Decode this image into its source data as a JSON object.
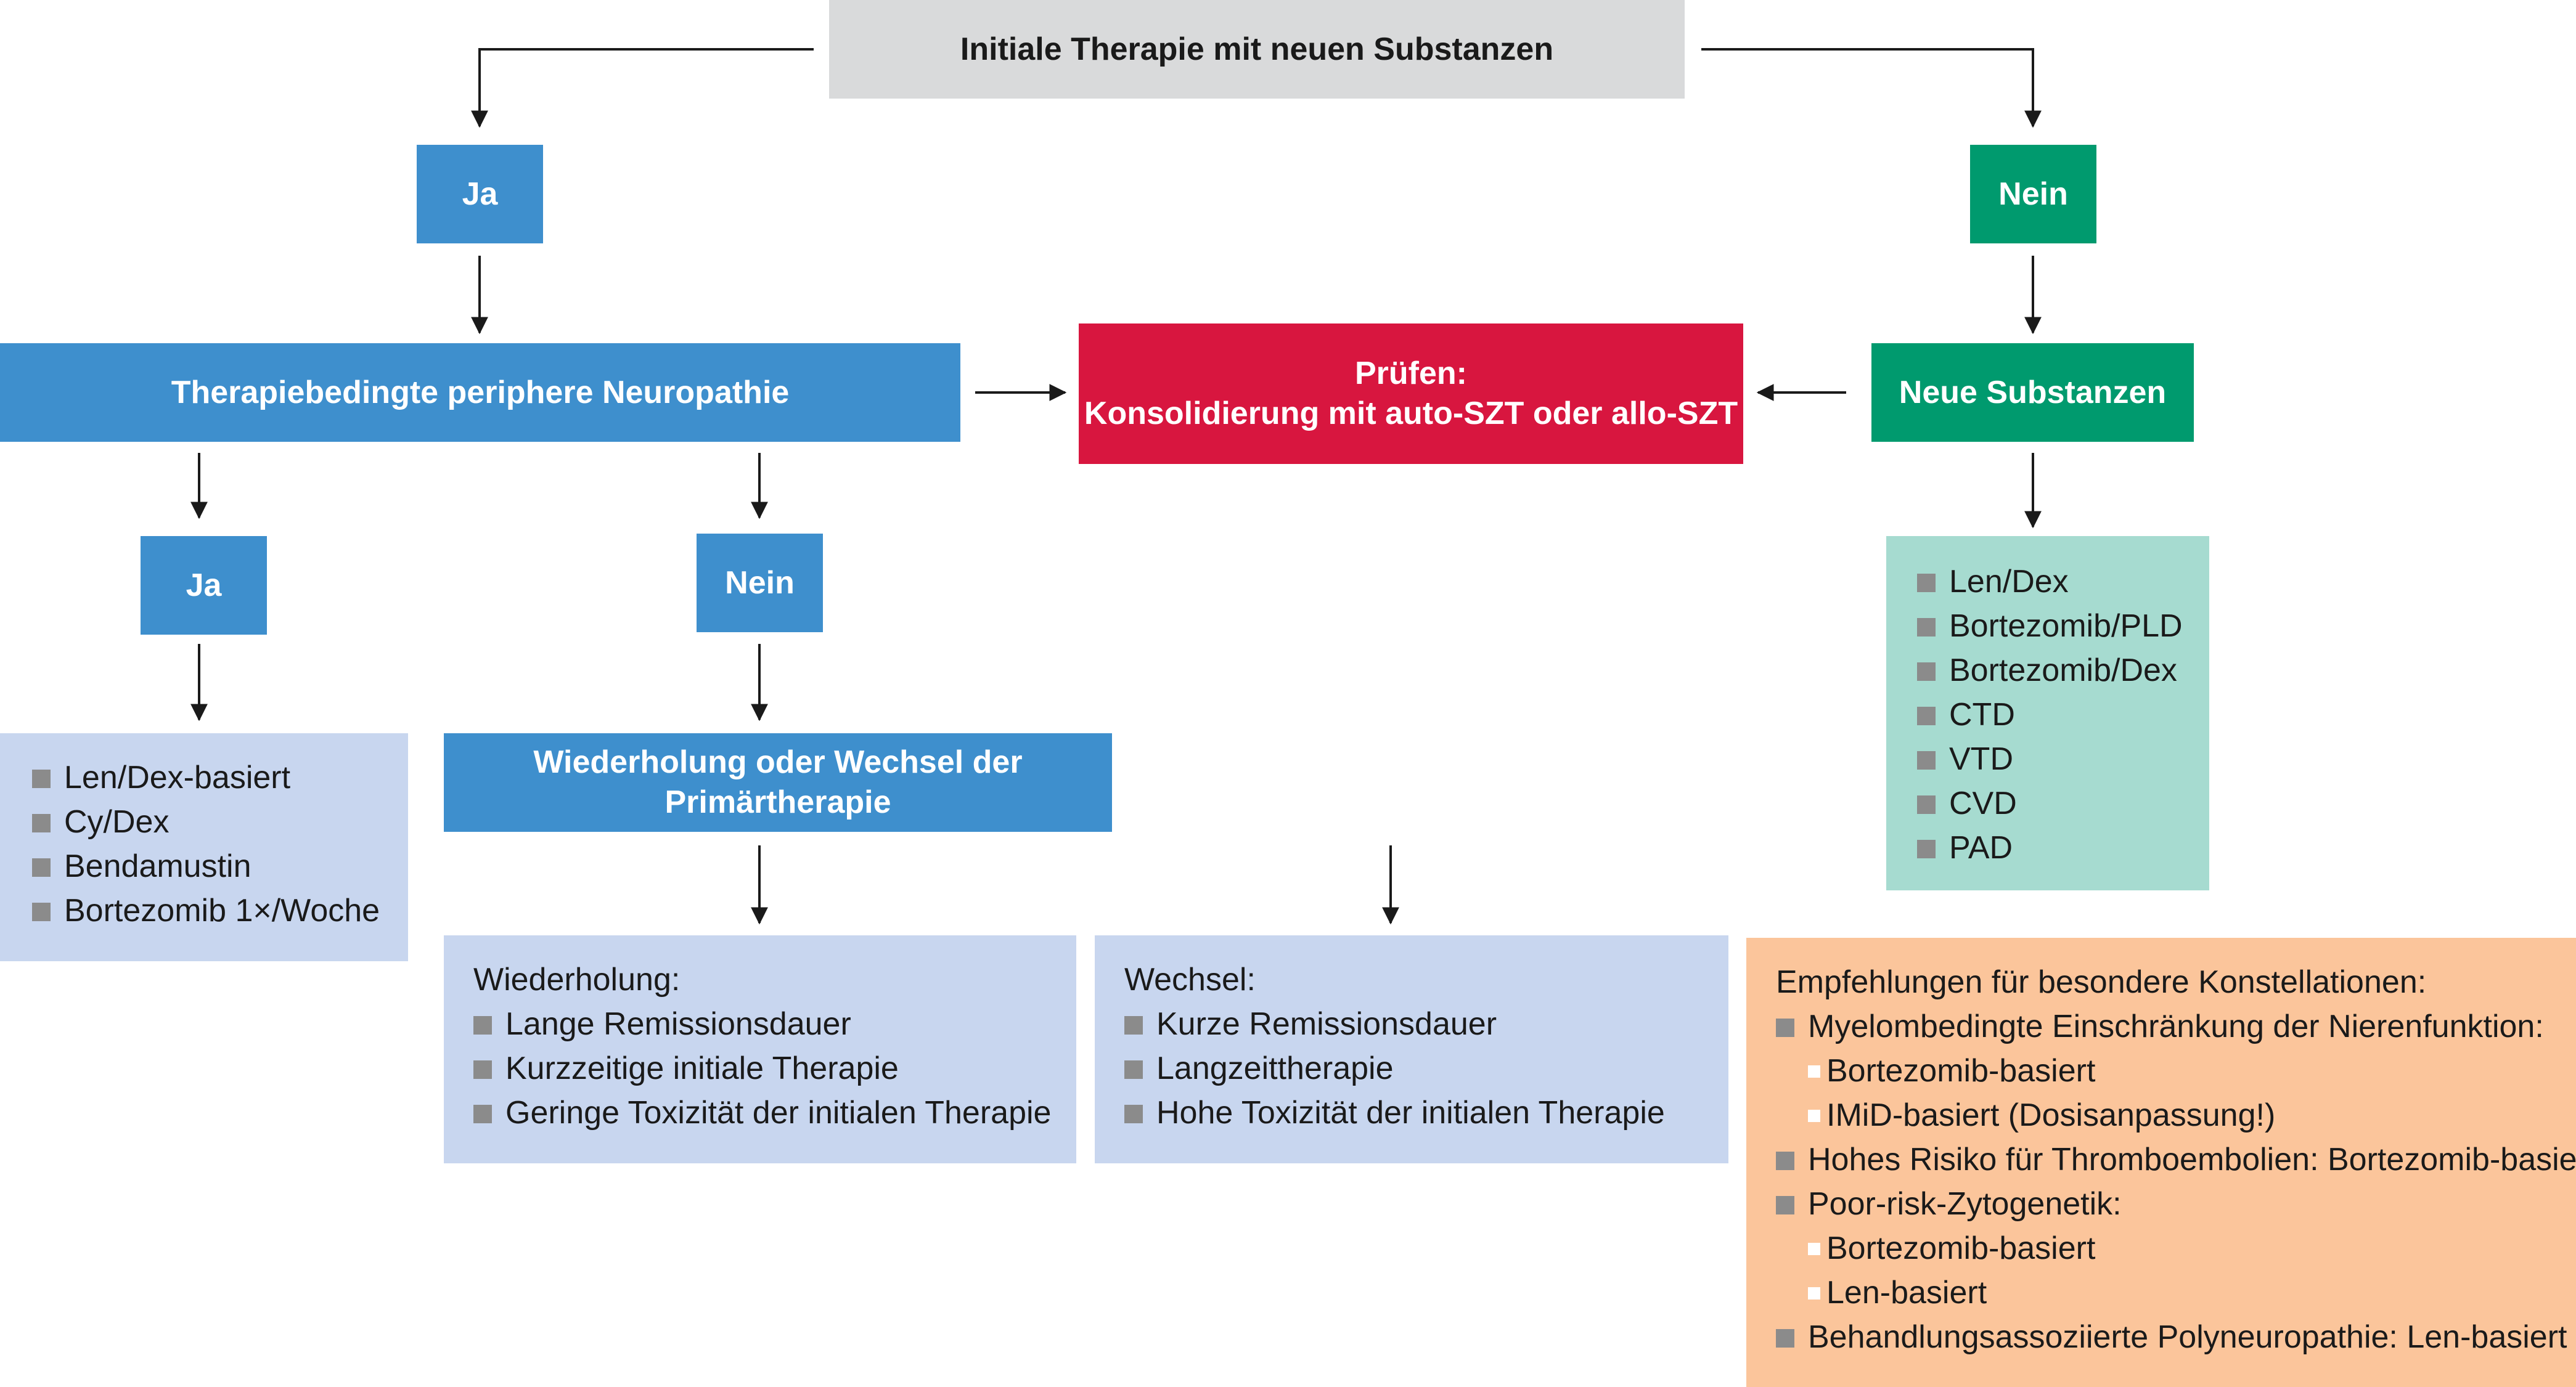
{
  "top": {
    "title": "Initiale Therapie mit neuen Substanzen"
  },
  "left": {
    "ja": "Ja",
    "neuropathy": "Therapiebedingte periphere Neuropathie",
    "ja2": "Ja",
    "nein2": "Nein",
    "ja_list": [
      "Len/Dex-basiert",
      "Cy/Dex",
      "Bendamustin",
      "Bortezomib 1×/Woche"
    ],
    "change": "Wiederholung oder Wechsel der Primärtherapie",
    "repeat": {
      "title": "Wiederholung:",
      "items": [
        "Lange Remissionsdauer",
        "Kurzzeitige initiale Therapie",
        "Geringe Toxizität der initialen Therapie"
      ]
    },
    "switch": {
      "title": "Wechsel:",
      "items": [
        "Kurze Remissionsdauer",
        "Langzeittherapie",
        "Hohe Toxizität der initialen Therapie"
      ]
    }
  },
  "center": {
    "check_line1": "Prüfen:",
    "check_line2": "Konsolidierung mit auto-SZT oder allo-SZT"
  },
  "right": {
    "nein": "Nein",
    "neue": "Neue Substanzen",
    "list": [
      "Len/Dex",
      "Bortezomib/PLD",
      "Bortezomib/Dex",
      "CTD",
      "VTD",
      "CVD",
      "PAD"
    ]
  },
  "recommendations": {
    "title": "Empfehlungen für besondere Konstellationen:",
    "items": [
      "Myelombedingte Einschränkung der Nierenfunktion:",
      "Bortezomib-basiert",
      "IMiD-basiert (Dosisanpassung!)",
      "Hohes Risiko für Thromboembolien: Bortezomib-basiert",
      "Poor-risk-Zytogenetik:",
      "Bortezomib-basiert",
      "Len-basiert",
      "Behandlungsassoziierte Polyneuropathie: Len-basiert"
    ]
  },
  "colors": {
    "blue": "#3e8fcd",
    "green": "#009a6e",
    "red": "#d8163f",
    "grey": "#d9dadb",
    "lightblue": "#c8d6ef",
    "teal": "#a6dbd0",
    "orange": "#fbc59b",
    "arrow": "#1a1a1a"
  }
}
